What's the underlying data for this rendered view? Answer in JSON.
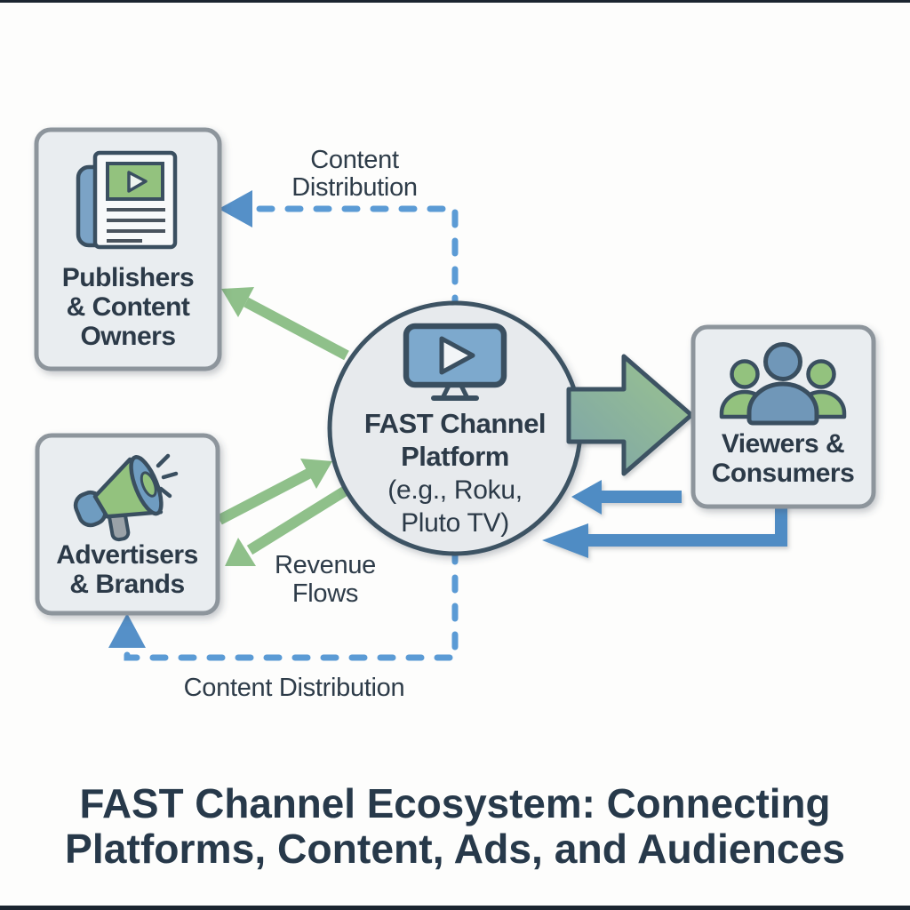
{
  "title": {
    "line1": "FAST Channel Ecosystem: Connecting",
    "line2": "Platforms, Content, Ads, and Audiences"
  },
  "nodes": {
    "publishers": {
      "lines": [
        "Publishers",
        "& Content",
        "Owners"
      ],
      "icon": "newspaper-video-icon"
    },
    "advertisers": {
      "lines": [
        "Advertisers",
        "& Brands"
      ],
      "icon": "megaphone-icon"
    },
    "platform": {
      "title_lines": [
        "FAST Channel",
        "Platform"
      ],
      "subtitle_lines": [
        "(e.g., Roku,",
        "Pluto TV)"
      ],
      "icon": "tv-play-icon"
    },
    "viewers": {
      "lines": [
        "Viewers &",
        "Consumers"
      ],
      "icon": "audience-icon"
    }
  },
  "labels": {
    "content_distribution_top": {
      "lines": [
        "Content",
        "Distribution"
      ]
    },
    "revenue_flows": {
      "lines": [
        "Revenue",
        "Flows"
      ]
    },
    "content_distribution_bottom": "Content Distribution"
  },
  "colors": {
    "dashed_blue": "#5b9bd5",
    "solid_blue": "#508cc4",
    "green_arrow": "#8fc08a",
    "outline_navy": "#3a4f60",
    "box_fill": "#e9edf0",
    "box_border": "#8d959c",
    "circle_fill": "#e7eaed",
    "text": "#2c3a48",
    "big_arrow_gradient_start": "#7da4a9",
    "big_arrow_gradient_end": "#9bc48e"
  }
}
